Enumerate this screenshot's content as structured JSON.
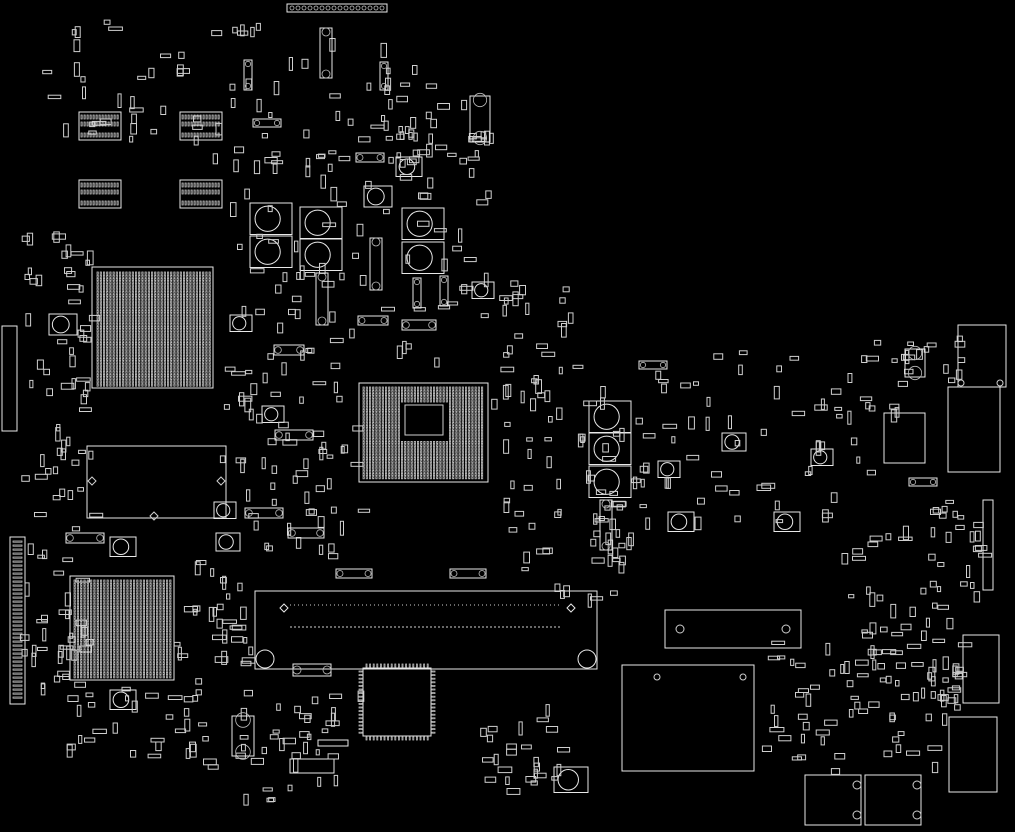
{
  "view": {
    "background": "#000000",
    "outline_color": "#e8e8e8",
    "pad_color": "#bdbdbd",
    "content": "pcb-component-outline-layer"
  },
  "components": {
    "bga_packages": [
      "bga-upper-left",
      "bga-center-cpu",
      "bga-lower-left"
    ],
    "connectors": [
      "dimm-slot-bottom",
      "connector-right-mid",
      "connector-left-edge",
      "connector-left-mid",
      "connector-top-strip",
      "connector-bottom-right-block",
      "connector-mid-right-slot"
    ],
    "chips": [
      "chip-center-bottom",
      "chip-bottom-mid-large",
      "chip-right-square"
    ],
    "capacitors_round": 34
  }
}
